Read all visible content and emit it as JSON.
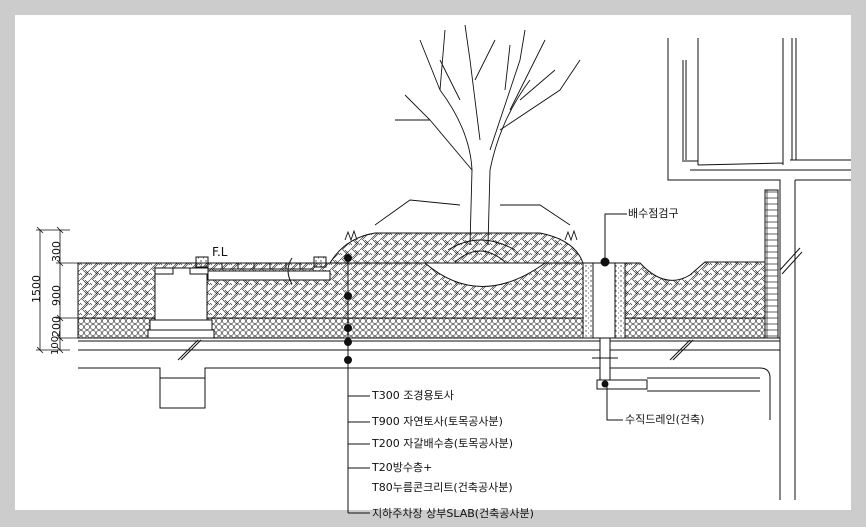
{
  "dimensions": {
    "total": "1500",
    "layers": [
      "300",
      "900",
      "200",
      "100"
    ]
  },
  "labels": {
    "finish_level": "F.L",
    "drain_inspection": "배수점검구",
    "vertical_drain": "수직드레인(건축)"
  },
  "layer_callouts": [
    "T300 조경용토사",
    "T900 자연토사(토목공사분)",
    "T200 자갈배수층(토목공사분)",
    "T20방수층+",
    "T80누름콘크리트(건축공사분)",
    "지하주차장 상부SLAB(건축공사분)"
  ],
  "colors": {
    "line": "#111111",
    "background": "#ffffff",
    "frame": "#cccccc"
  }
}
